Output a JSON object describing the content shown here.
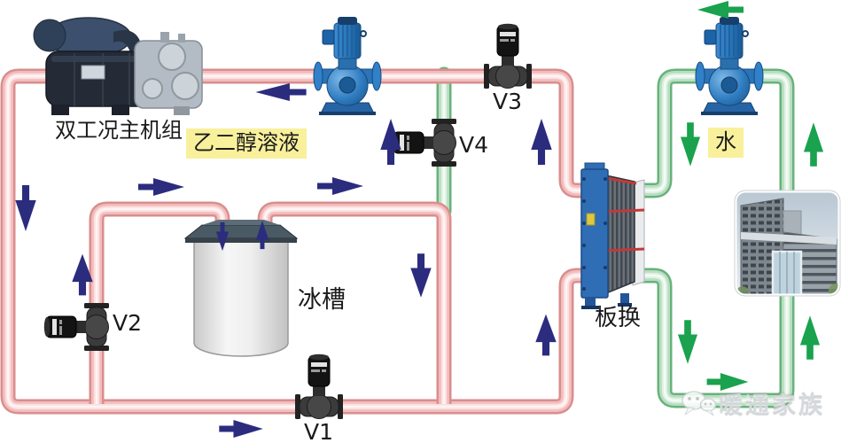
{
  "labels": {
    "chiller_unit": "双工况主机组",
    "glycol_solution": "乙二醇溶液",
    "water": "水",
    "ice_tank": "冰槽",
    "plate_heat_exchanger": "板换",
    "valve_v1": "V1",
    "valve_v2": "V2",
    "valve_v3": "V3",
    "valve_v4": "V4"
  },
  "watermark": {
    "text": "暖通家族",
    "icon": "wechat-bubbles-icon"
  },
  "palette": {
    "glycol_edge": "#d98e8e",
    "glycol_mid": "#f3bcbc",
    "glycol_light": "#fbe0e0",
    "glycol_hi": "#fff4f4",
    "water_edge": "#68b27b",
    "water_mid": "#b7dec1",
    "water_light": "#def0e2",
    "water_hi": "#f4fbf5",
    "navy": "#2b2c7e",
    "green": "#1aa24e",
    "label_bg": "#f9f09c",
    "pump_blue": "#2e7bc0",
    "hx_blue": "#2f6db5"
  },
  "flow_arrows": {
    "glycol_loop_directions": [
      "left",
      "up",
      "up",
      "down",
      "up",
      "right",
      "right",
      "down-into-tank",
      "up-from-tank",
      "down",
      "up",
      "right"
    ],
    "water_loop_directions": [
      "left",
      "down",
      "up",
      "down",
      "up",
      "right"
    ]
  }
}
